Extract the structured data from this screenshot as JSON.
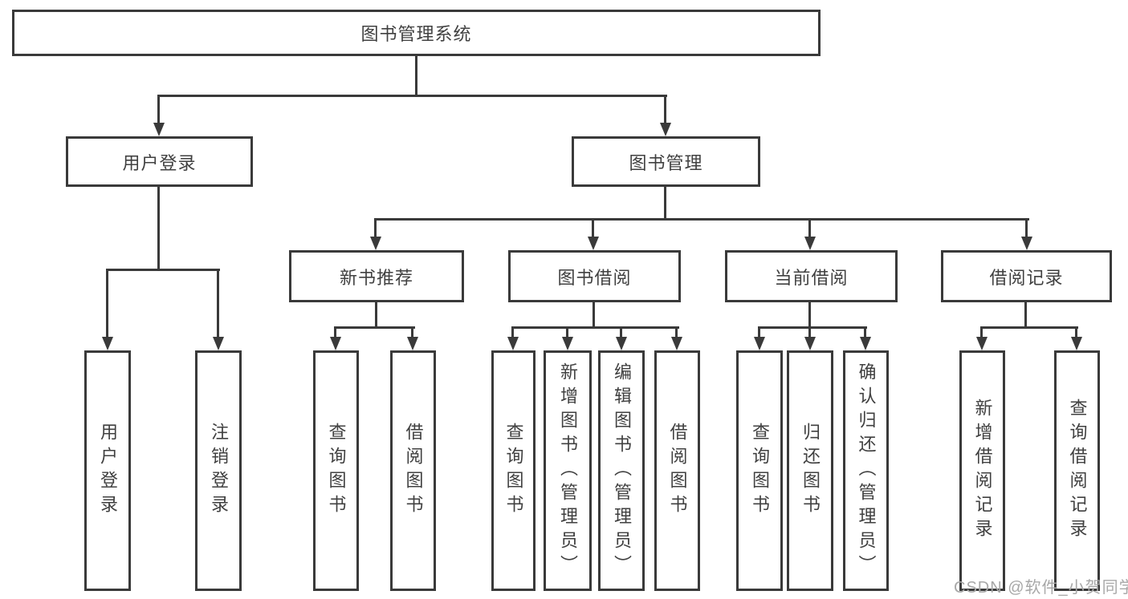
{
  "diagram": {
    "root": {
      "label": "图书管理系统"
    },
    "level2": [
      {
        "id": "user-login",
        "label": "用户登录"
      },
      {
        "id": "book-management",
        "label": "图书管理"
      }
    ],
    "level3": [
      {
        "id": "new-book-recommend",
        "label": "新书推荐"
      },
      {
        "id": "book-borrow",
        "label": "图书借阅"
      },
      {
        "id": "current-borrow",
        "label": "当前借阅"
      },
      {
        "id": "borrow-record",
        "label": "借阅记录"
      }
    ],
    "level4": {
      "user_login": [
        "用户登录",
        "注销登录"
      ],
      "new_book": [
        "查询图书",
        "借阅图书"
      ],
      "book_borrow": [
        "查询图书",
        "新增图书（管理员）",
        "编辑图书（管理员）",
        "借阅图书"
      ],
      "current_borrow": [
        "查询图书",
        "归还图书",
        "确认归还（管理员）"
      ],
      "borrow_record": [
        "新增借阅记录",
        "查询借阅记录"
      ]
    },
    "colors": {
      "line": "#3a3a3a",
      "text": "#404040",
      "background": "#ffffff",
      "watermark": "#a8a8a8"
    },
    "watermark": "CSDN @软件_小贺同学"
  }
}
